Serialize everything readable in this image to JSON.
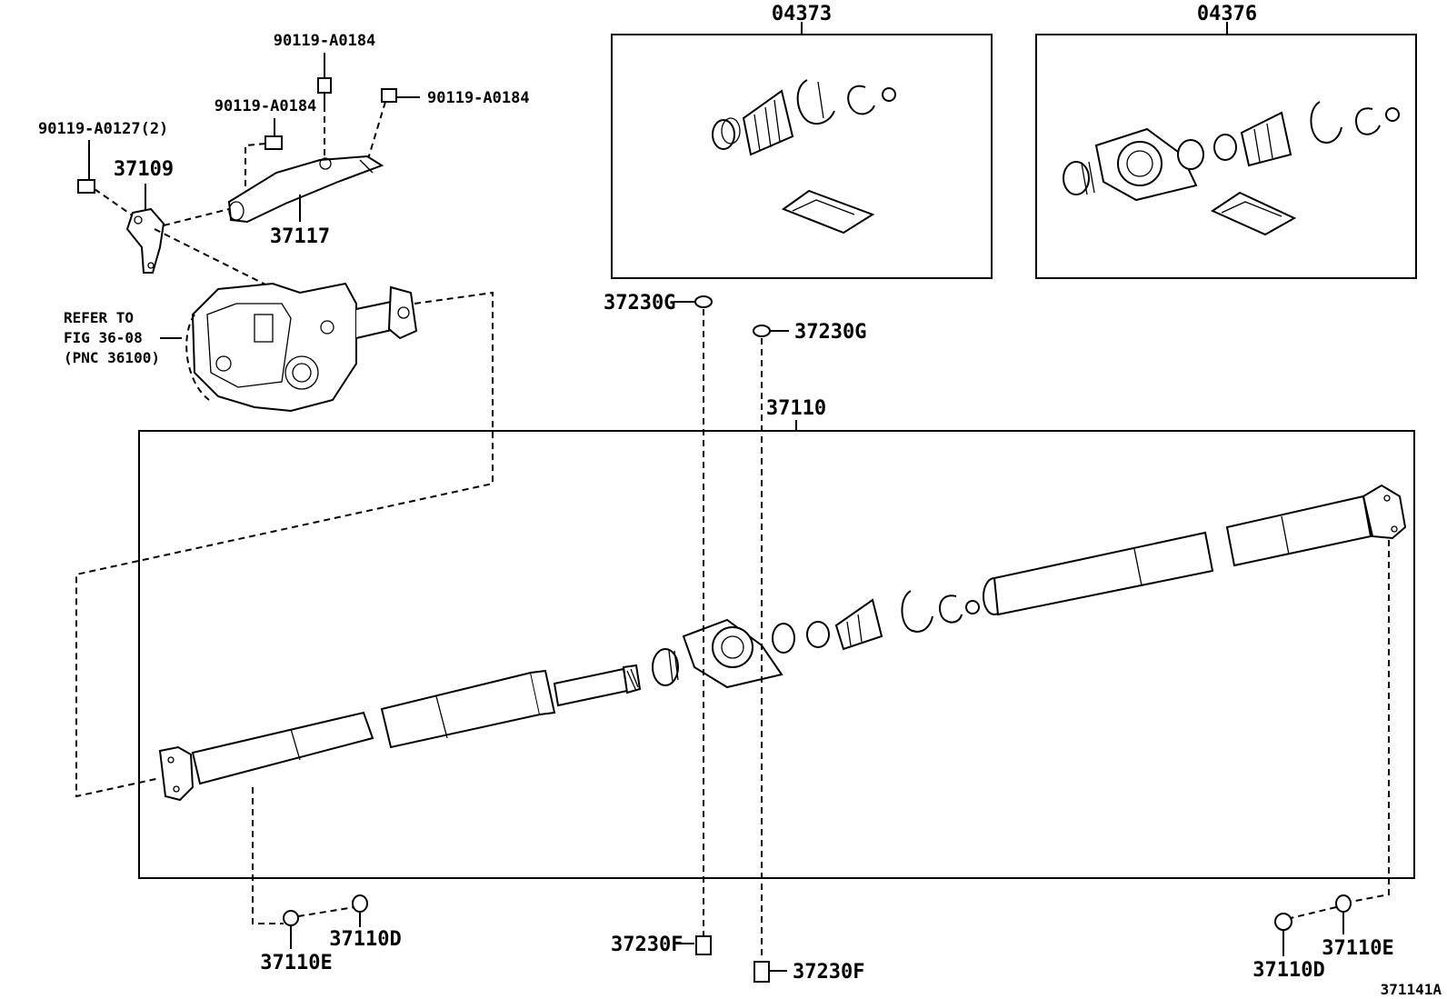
{
  "diagram_id": "371141A",
  "refer_note": {
    "line1": "REFER TO",
    "line2": "FIG 36-08",
    "line3": "(PNC 36100)"
  },
  "kits": {
    "boot_kit": "04373",
    "bearing_kit": "04376"
  },
  "labels": {
    "bolt_top": "90119-A0184",
    "bolt_mid": "90119-A0184",
    "bolt_right": "90119-A0184",
    "bolt_left": "90119-A0127(2)",
    "bracket": "37109",
    "support": "37117",
    "shaft_assy": "37110",
    "washer_g_left": "37230G",
    "washer_g_right": "37230G",
    "bolt_f_left": "37230F",
    "bolt_f_right": "37230F",
    "front_nut_e": "37110E",
    "front_washer_d": "37110D",
    "rear_nut_d": "37110D",
    "rear_washer_e": "37110E"
  }
}
